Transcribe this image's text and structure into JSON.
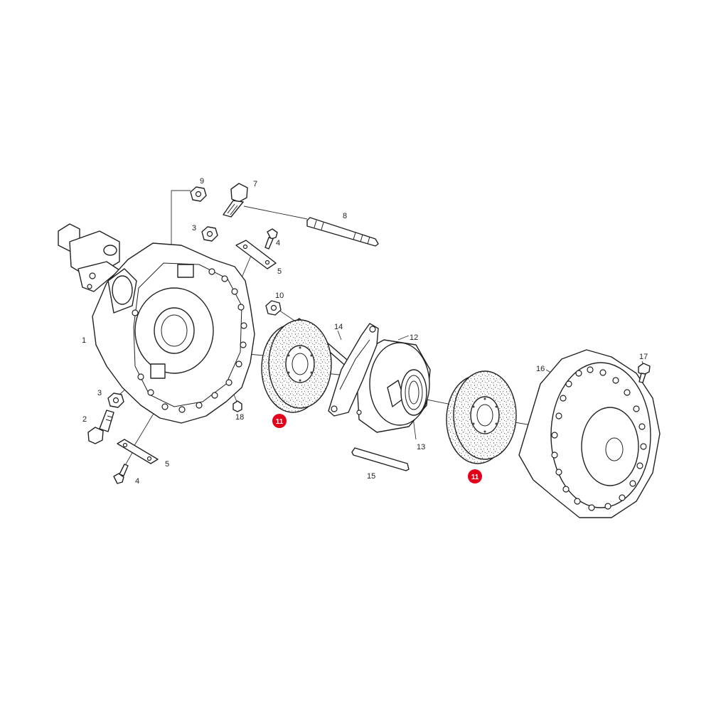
{
  "colors": {
    "highlight": "#e3001b",
    "line": "#222222",
    "background": "#ffffff"
  },
  "labels": {
    "housing": "1",
    "bolt_lower": "2",
    "nut_upper": "3",
    "nut_lower": "3",
    "screw_upper": "4",
    "screw_lower": "4",
    "plate_upper": "5",
    "plate_lower": "5",
    "bolt_top": "7",
    "stud_top": "8",
    "nut_top": "9",
    "nut_mid": "10",
    "caliper_body": "12",
    "bearing": "13",
    "rod": "14",
    "pin": "15",
    "cover": "16",
    "screw_right": "17",
    "plug": "18"
  },
  "highlight_callouts": [
    "11",
    "11"
  ]
}
